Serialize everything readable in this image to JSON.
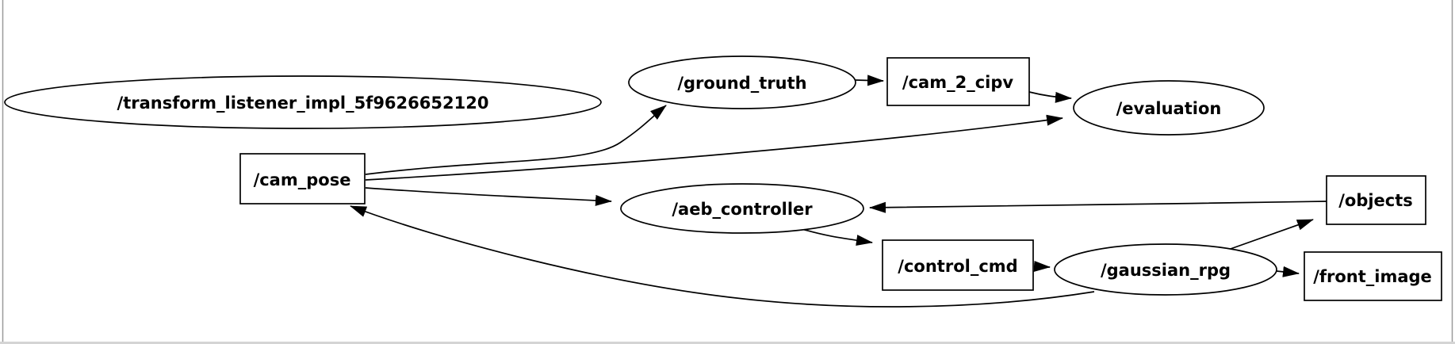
{
  "app": {
    "title": "ROS node graph",
    "background_color": "#ffffff",
    "node_fill": "#ffffff",
    "node_stroke": "#000000",
    "edge_color": "#000000",
    "text_color": "#000000",
    "frame_border_color": "#9a9a9a",
    "bottom_edge_color": "#d4d4d4"
  },
  "graph": {
    "nodes": [
      {
        "id": "transform_listener",
        "label": "/transform_listener_impl_5f9626652120",
        "shape": "ellipse",
        "kind": "node"
      },
      {
        "id": "cam_pose",
        "label": "/cam_pose",
        "shape": "rect",
        "kind": "topic"
      },
      {
        "id": "ground_truth",
        "label": "/ground_truth",
        "shape": "ellipse",
        "kind": "node"
      },
      {
        "id": "cam_2_cipv",
        "label": "/cam_2_cipv",
        "shape": "rect",
        "kind": "topic"
      },
      {
        "id": "evaluation",
        "label": "/evaluation",
        "shape": "ellipse",
        "kind": "node"
      },
      {
        "id": "aeb_controller",
        "label": "/aeb_controller",
        "shape": "ellipse",
        "kind": "node"
      },
      {
        "id": "control_cmd",
        "label": "/control_cmd",
        "shape": "rect",
        "kind": "topic"
      },
      {
        "id": "gaussian_rpg",
        "label": "/gaussian_rpg",
        "shape": "ellipse",
        "kind": "node"
      },
      {
        "id": "objects",
        "label": "/objects",
        "shape": "rect",
        "kind": "topic"
      },
      {
        "id": "front_image",
        "label": "/front_image",
        "shape": "rect",
        "kind": "topic"
      }
    ],
    "edges": [
      {
        "from": "/cam_pose",
        "to": "/ground_truth"
      },
      {
        "from": "/ground_truth",
        "to": "/cam_2_cipv"
      },
      {
        "from": "/cam_2_cipv",
        "to": "/evaluation"
      },
      {
        "from": "/cam_pose",
        "to": "/evaluation"
      },
      {
        "from": "/cam_pose",
        "to": "/aeb_controller"
      },
      {
        "from": "/objects",
        "to": "/aeb_controller"
      },
      {
        "from": "/aeb_controller",
        "to": "/control_cmd"
      },
      {
        "from": "/control_cmd",
        "to": "/gaussian_rpg"
      },
      {
        "from": "/gaussian_rpg",
        "to": "/objects"
      },
      {
        "from": "/gaussian_rpg",
        "to": "/front_image"
      },
      {
        "from": "/gaussian_rpg",
        "to": "/cam_pose"
      }
    ]
  }
}
